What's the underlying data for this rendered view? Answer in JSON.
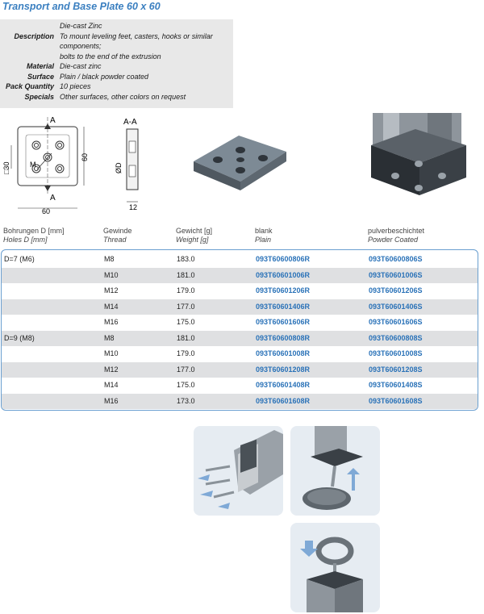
{
  "title": "Transport and Base Plate 60 x 60",
  "spec": [
    {
      "label": "",
      "lines": [
        "Die-cast Zinc"
      ]
    },
    {
      "label": "Description",
      "lines": [
        "To mount leveling feet, casters, hooks or similar",
        "components;",
        "bolts to the end of the extrusion"
      ]
    },
    {
      "label": "Material",
      "lines": [
        "Die-cast zinc"
      ]
    },
    {
      "label": "Surface",
      "lines": [
        "Plain / black powder coated"
      ]
    },
    {
      "label": "Pack Quantity",
      "lines": [
        "10 pieces"
      ]
    },
    {
      "label": "Specials",
      "lines": [
        "Other surfaces, other colors on request"
      ]
    }
  ],
  "drawing": {
    "section_a": "A",
    "section_aa": "A-A",
    "dim_30": "□30",
    "dim_60_right": "60",
    "dim_60_bottom": "60",
    "dim_m": "M",
    "dim_d": "ØD",
    "dim_12": "12"
  },
  "table": {
    "headers": [
      {
        "de": "Bohrungen D [mm]",
        "en": "Holes D [mm]"
      },
      {
        "de": "Gewinde",
        "en": "Thread"
      },
      {
        "de": "Gewicht [g]",
        "en": "Weight [g]"
      },
      {
        "de": "blank",
        "en": "Plain"
      },
      {
        "de": "pulverbeschichtet",
        "en": "Powder Coated"
      }
    ],
    "rows": [
      {
        "hole": "D=7 (M6)",
        "thread": "M8",
        "weight": "183.0",
        "plain": "093T60600806R",
        "coated": "093T60600806S"
      },
      {
        "hole": "",
        "thread": "M10",
        "weight": "181.0",
        "plain": "093T60601006R",
        "coated": "093T60601006S"
      },
      {
        "hole": "",
        "thread": "M12",
        "weight": "179.0",
        "plain": "093T60601206R",
        "coated": "093T60601206S"
      },
      {
        "hole": "",
        "thread": "M14",
        "weight": "177.0",
        "plain": "093T60601406R",
        "coated": "093T60601406S"
      },
      {
        "hole": "",
        "thread": "M16",
        "weight": "175.0",
        "plain": "093T60601606R",
        "coated": "093T60601606S"
      },
      {
        "hole": "D=9 (M8)",
        "thread": "M8",
        "weight": "181.0",
        "plain": "093T60600808R",
        "coated": "093T60600808S"
      },
      {
        "hole": "",
        "thread": "M10",
        "weight": "179.0",
        "plain": "093T60601008R",
        "coated": "093T60601008S"
      },
      {
        "hole": "",
        "thread": "M12",
        "weight": "177.0",
        "plain": "093T60601208R",
        "coated": "093T60601208S"
      },
      {
        "hole": "",
        "thread": "M14",
        "weight": "175.0",
        "plain": "093T60601408R",
        "coated": "093T60601408S"
      },
      {
        "hole": "",
        "thread": "M16",
        "weight": "173.0",
        "plain": "093T60601608R",
        "coated": "093T60601608S"
      }
    ]
  },
  "colors": {
    "accent": "#3a7fc0",
    "code": "#2a72b8",
    "shade": "#dfe0e2",
    "spec_bg": "#e8e8e8"
  }
}
